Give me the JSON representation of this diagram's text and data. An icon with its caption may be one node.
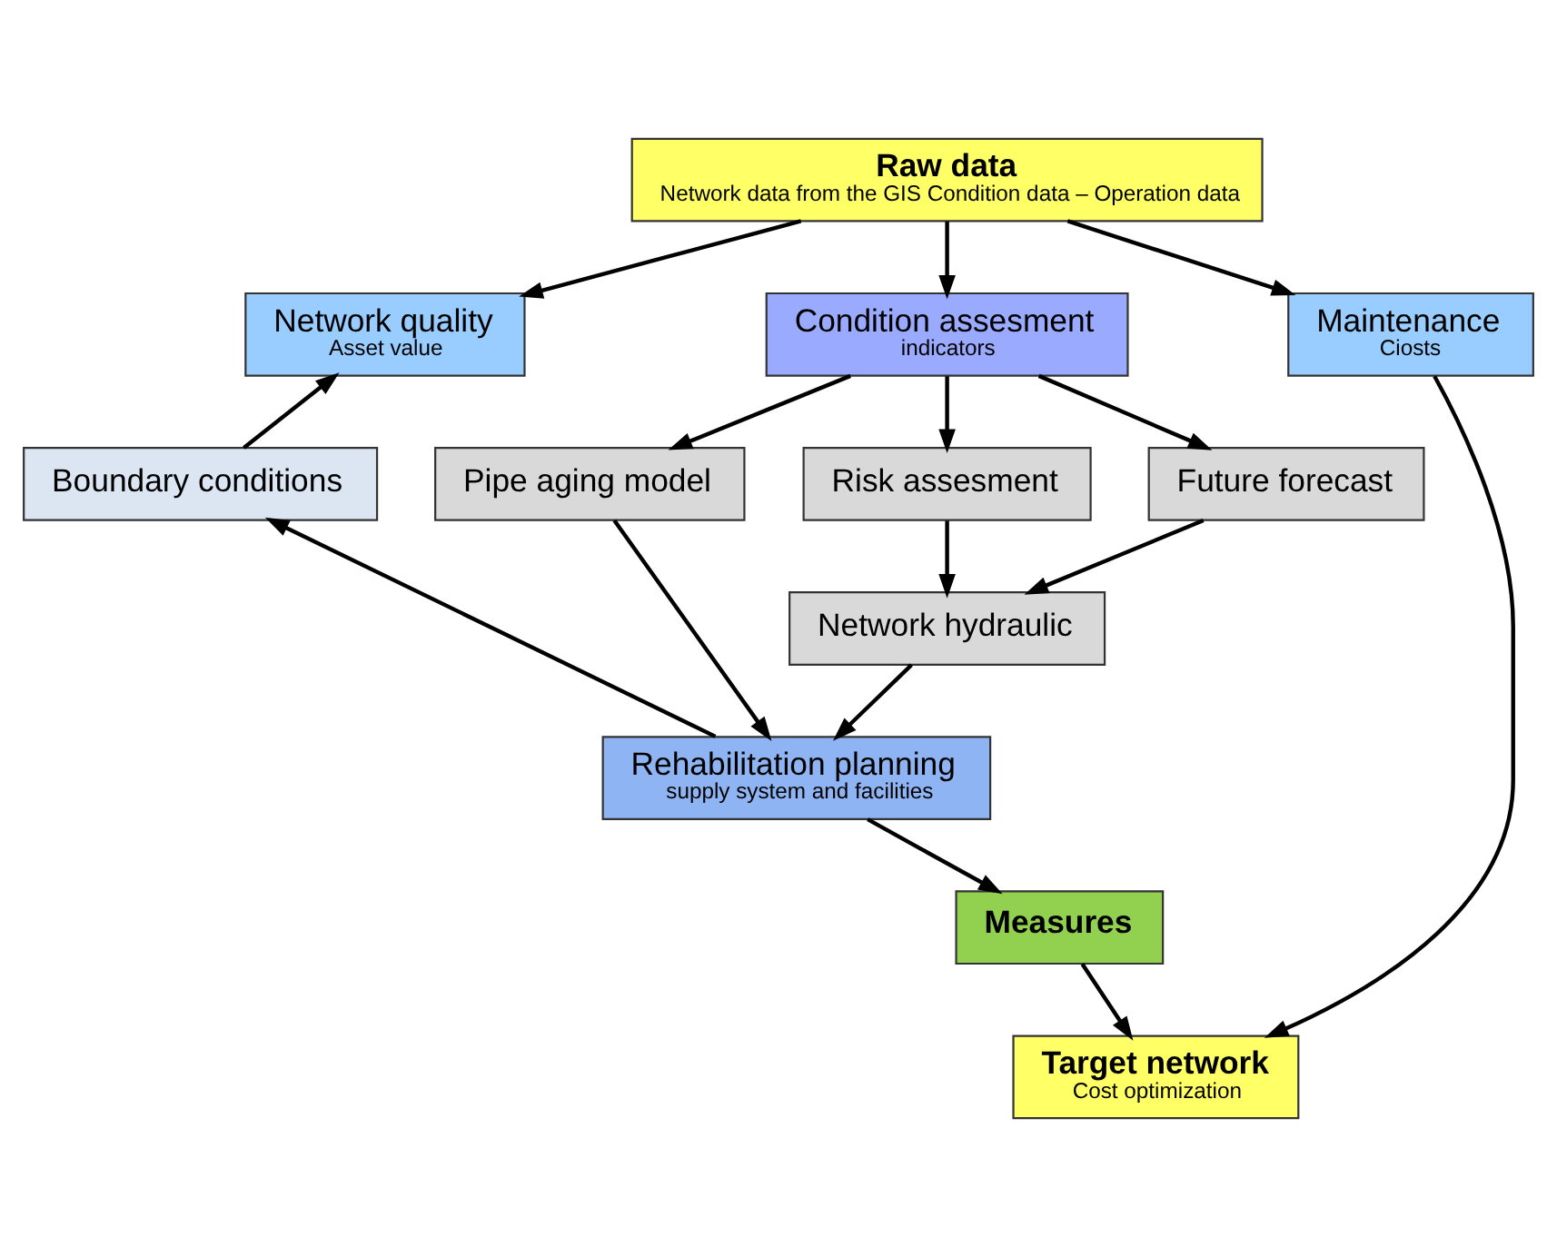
{
  "diagram": {
    "nodes": [
      {
        "text": [
          "Raw data",
          "Network data from the GIS Condition data – Operation data"
        ]
      },
      {
        "text": [
          "Network quality",
          "Asset value"
        ]
      },
      {
        "text": [
          "Condition assesment",
          "indicators"
        ]
      },
      {
        "text": [
          "Maintenance",
          "Ciosts"
        ]
      },
      {
        "text": [
          "Boundary conditions"
        ]
      },
      {
        "text": [
          "Pipe aging model"
        ]
      },
      {
        "text": [
          "Risk assesment"
        ]
      },
      {
        "text": [
          "Future forecast"
        ]
      },
      {
        "text": [
          "Target network",
          "Cost optimization"
        ]
      },
      {
        "text": [
          "Network hydraulic"
        ]
      },
      {
        "text": [
          "Measures"
        ]
      },
      {
        "text": [
          "Rehabilitation planning",
          "supply system and facilities"
        ]
      }
    ],
    "edges": [
      {
        "from": 0,
        "to": 1,
        "arrow": "to"
      },
      {
        "from": 0,
        "to": 2,
        "arrow": "to"
      },
      {
        "from": 0,
        "to": 3,
        "arrow": "to"
      },
      {
        "from": 2,
        "to": 5,
        "arrow": "to"
      },
      {
        "from": 2,
        "to": 6,
        "arrow": "to"
      },
      {
        "from": 2,
        "to": 7,
        "arrow": "to"
      },
      {
        "from": 3,
        "to": 8,
        "arrow": "to"
      },
      {
        "from": 4,
        "to": 1,
        "arrow": "to"
      },
      {
        "from": 6,
        "to": 9,
        "arrow": "to"
      },
      {
        "from": 7,
        "to": 9,
        "arrow": "to"
      },
      {
        "from": 9,
        "to": 11,
        "arrow": "to"
      },
      {
        "from": 5,
        "to": 11,
        "arrow": "to"
      },
      {
        "from": 11,
        "to": 4,
        "arrow": "to"
      },
      {
        "from": 11,
        "to": 10,
        "arrow": "to"
      },
      {
        "from": 10,
        "to": 8,
        "arrow": "to"
      }
    ]
  }
}
